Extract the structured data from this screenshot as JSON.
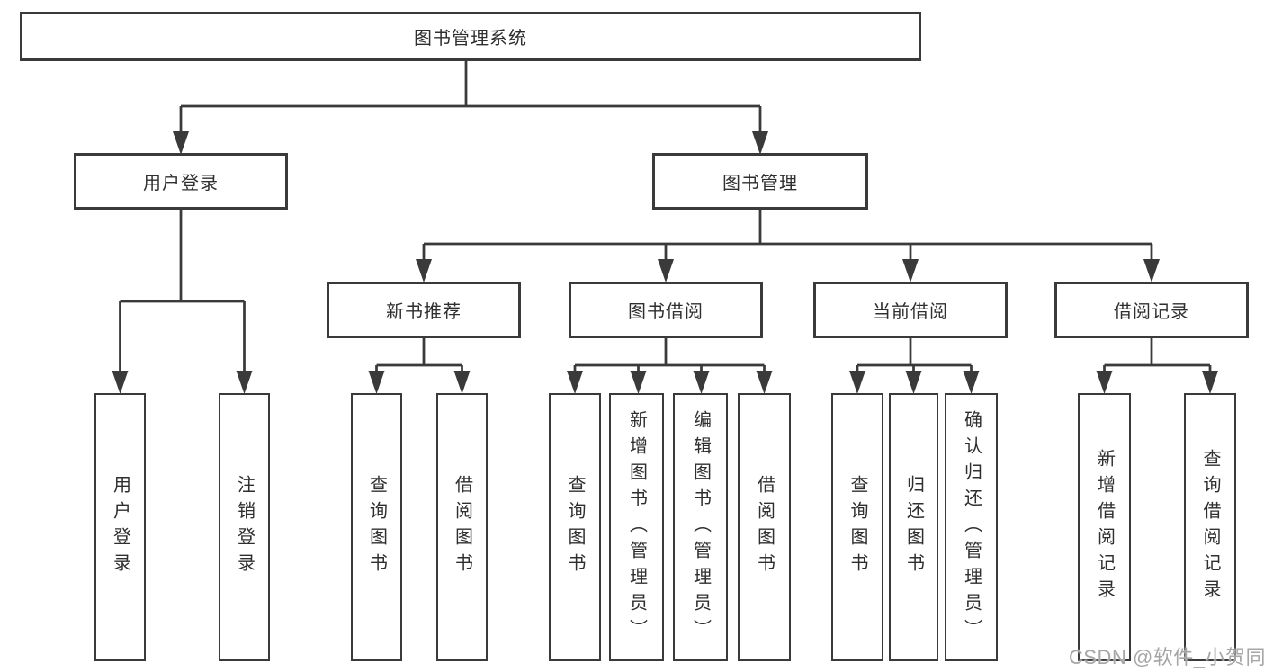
{
  "diagram": {
    "title": "图书管理系统",
    "level2": {
      "user_login": "用户登录",
      "book_management": "图书管理"
    },
    "level3": {
      "new_book_recommend": "新书推荐",
      "book_borrow": "图书借阅",
      "current_borrow": "当前借阅",
      "borrow_records": "借阅记录"
    },
    "leaves": {
      "user_login": "用户登录",
      "logout": "注销登录",
      "nb_query_books": "查询图书",
      "nb_borrow_books": "借阅图书",
      "bb_query_books": "查询图书",
      "bb_add_books_admin": "新增图书（管理员）",
      "bb_edit_books_admin": "编辑图书（管理员）",
      "bb_borrow_books": "借阅图书",
      "cb_query_books": "查询图书",
      "cb_return_books": "归还图书",
      "cb_confirm_return_admin": "确认归还（管理员）",
      "br_add_record": "新增借阅记录",
      "br_query_record": "查询借阅记录"
    },
    "watermark": "CSDN @软件_小贺同学",
    "colors": {
      "line": "#3a3a3a",
      "text": "#2f2f2f",
      "background": "#ffffff",
      "watermark": "#a6a6a6"
    }
  }
}
